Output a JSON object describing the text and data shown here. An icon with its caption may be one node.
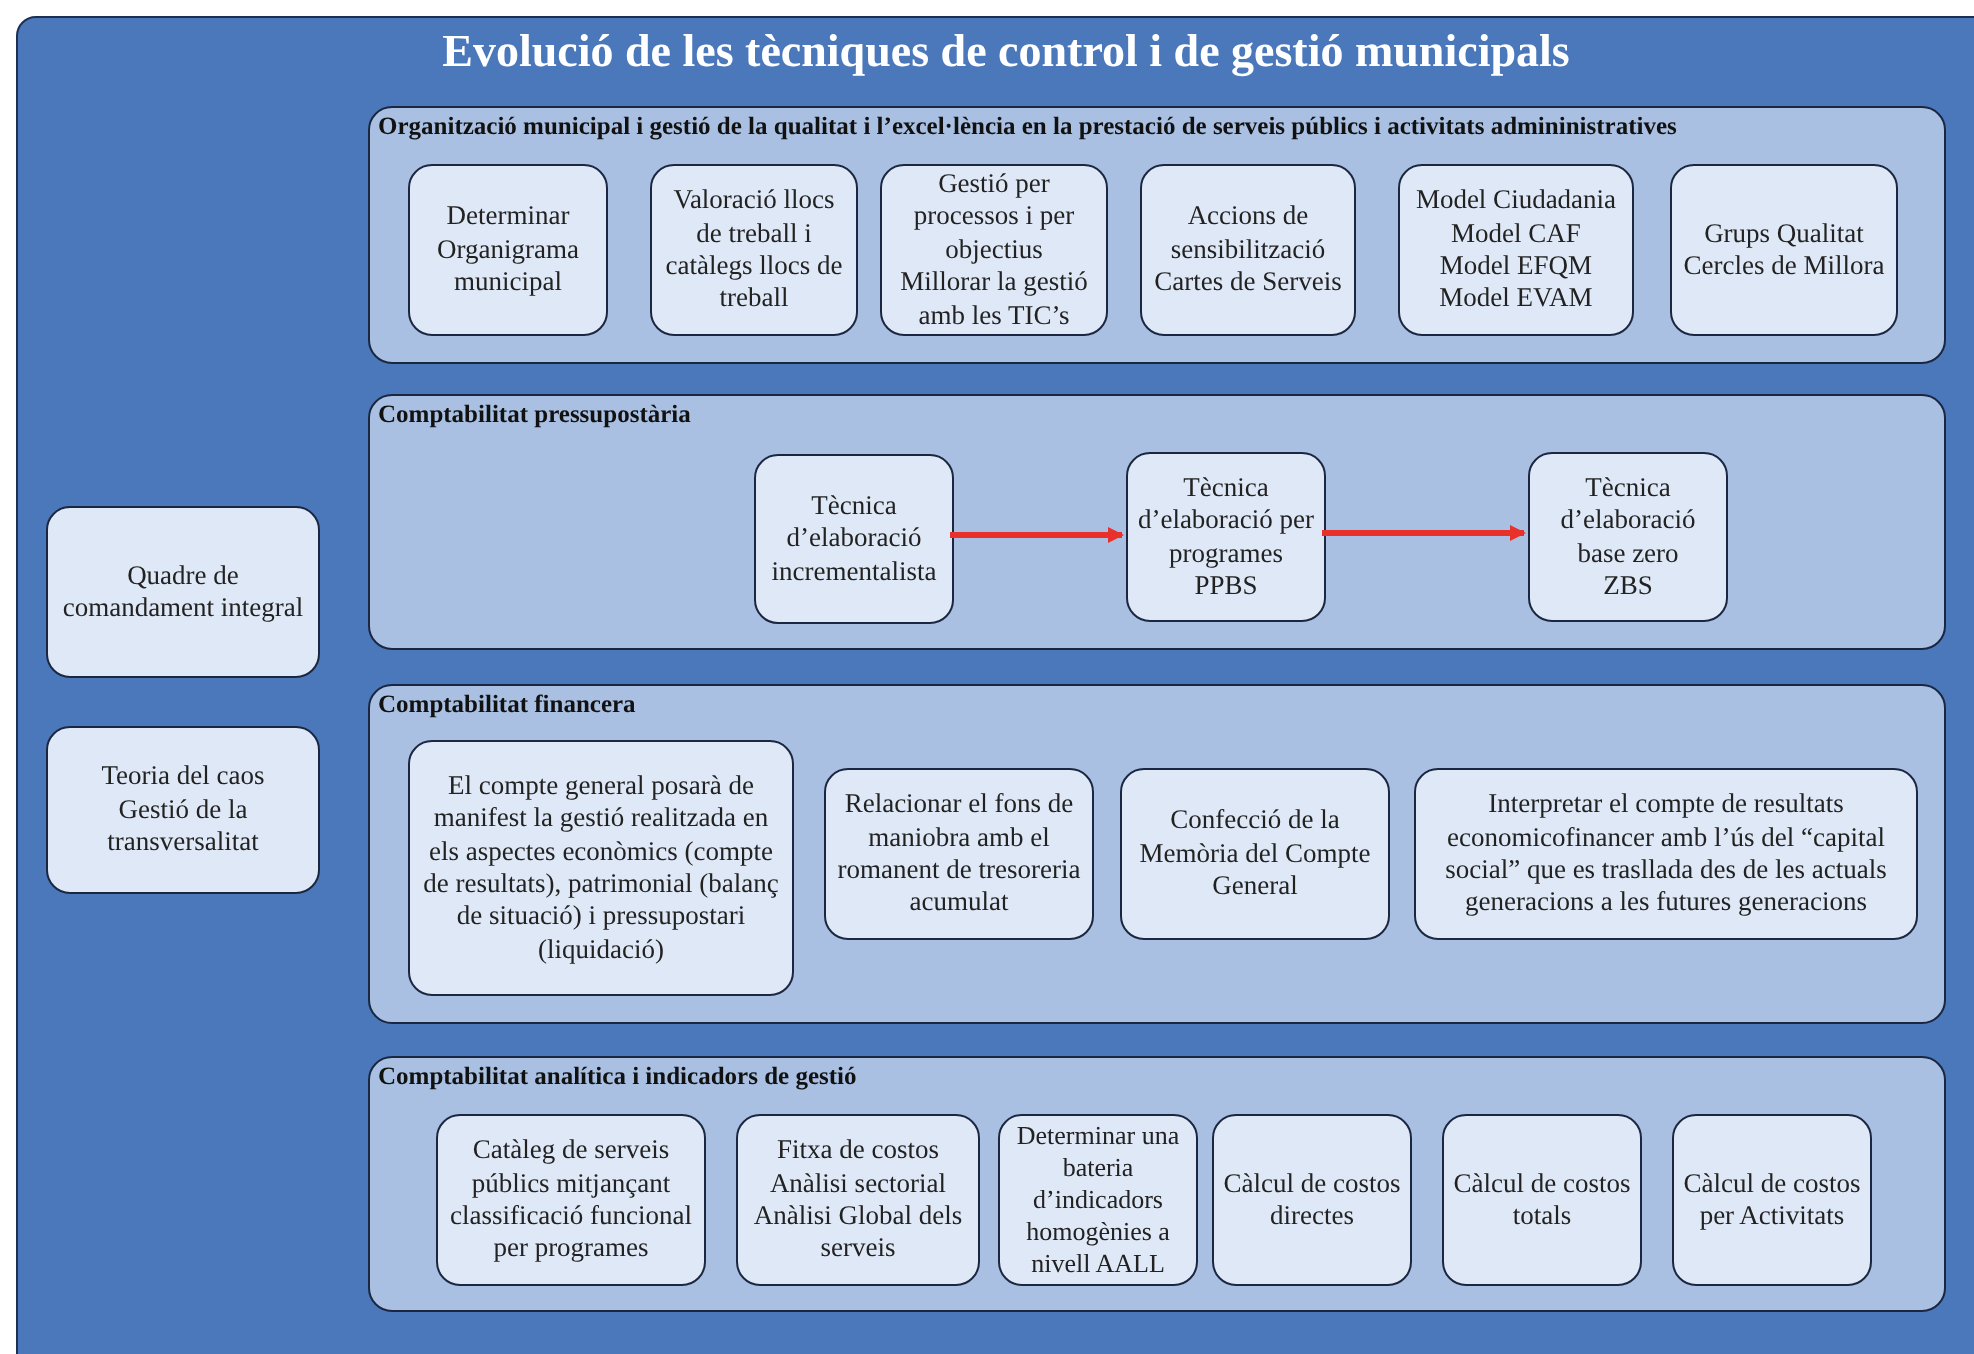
{
  "diagram": {
    "title": "Evolució de les tècniques de control i de gestió municipals",
    "nodes": [
      {
        "text": [
          "Organització municipal i gestió de la qualitat i l’excel·lència en la prestació de serveis públics i activitats admininistratives"
        ]
      },
      {
        "text": [
          "Determinar Organigrama municipal"
        ],
        "in": 0
      },
      {
        "text": [
          "Valoració llocs de treball i catàlegs llocs de treball"
        ],
        "in": 0
      },
      {
        "text": [
          "Gestió per processos i per objectius",
          "Millorar la gestió amb les TIC’s"
        ],
        "in": 0
      },
      {
        "text": [
          "Accions de sensibilització",
          "Cartes de Serveis"
        ],
        "in": 0
      },
      {
        "text": [
          "Model Ciudadania",
          "Model CAF",
          "Model EFQM",
          "Model EVAM"
        ],
        "in": 0
      },
      {
        "text": [
          "Grups Qualitat",
          "Cercles de Millora"
        ],
        "in": 0
      },
      {
        "text": [
          "Comptabilitat pressupostària"
        ]
      },
      {
        "text": [
          "Tècnica d’elaboració incrementalista"
        ],
        "in": 7
      },
      {
        "text": [
          "Tècnica d’elaboració per programes",
          "PPBS"
        ],
        "in": 7
      },
      {
        "text": [
          "Tècnica d’elaboració base zero",
          "ZBS"
        ],
        "in": 7
      },
      {
        "text": [
          "Comptabilitat financera"
        ]
      },
      {
        "text": [
          "El compte general posarà de manifest la gestió realitzada en els aspectes econòmics (compte de resultats), patrimonial (balanç de situació) i pressupostari (liquidació)"
        ],
        "in": 11
      },
      {
        "text": [
          "Relacionar el fons de maniobra amb el romanent de tresoreria acumulat"
        ],
        "in": 11
      },
      {
        "text": [
          "Confecció de la Memòria del Compte General"
        ],
        "in": 11
      },
      {
        "text": [
          "Interpretar el compte de resultats economicofinancer amb l’ús del “capital social” que es trasllada des de les actuals generacions a les futures generacions"
        ],
        "in": 11
      },
      {
        "text": [
          "Comptabilitat analítica i indicadors de gestió"
        ]
      },
      {
        "text": [
          "Catàleg de serveis públics mitjançant classificació funcional per programes"
        ],
        "in": 16
      },
      {
        "text": [
          "Fitxa de costos",
          "Anàlisi sectorial",
          "Anàlisi Global dels serveis"
        ],
        "in": 16
      },
      {
        "text": [
          "Determinar una bateria d’indicadors homogènies a nivell AALL"
        ],
        "in": 16
      },
      {
        "text": [
          "Càlcul de costos directes"
        ],
        "in": 16
      },
      {
        "text": [
          "Càlcul de costos totals"
        ],
        "in": 16
      },
      {
        "text": [
          "Càlcul de costos per Activitats"
        ],
        "in": 16
      },
      {
        "text": [
          "Quadre de comandament integral"
        ]
      },
      {
        "text": [
          "Teoria del caos",
          "Gestió de la transversalitat"
        ]
      }
    ],
    "edges": [
      {
        "from": 8,
        "to": 9,
        "arrow": "to"
      },
      {
        "from": 9,
        "to": 10,
        "arrow": "to"
      }
    ]
  }
}
